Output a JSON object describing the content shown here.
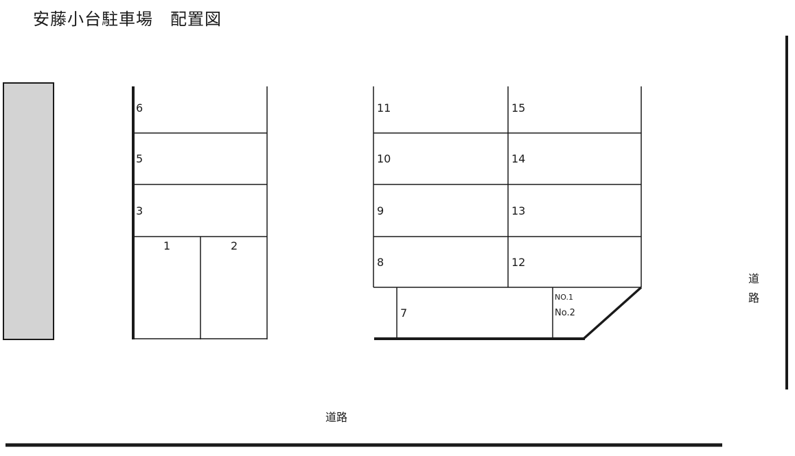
{
  "title": "安藤小台駐車場　配置図",
  "roads": {
    "bottom_label": "道路",
    "right_label_chars": [
      "道",
      "路"
    ]
  },
  "spaces": {
    "s1": "1",
    "s2": "2",
    "s3": "3",
    "s5": "5",
    "s6": "6",
    "s7": "7",
    "s8": "8",
    "s9": "9",
    "s10": "10",
    "s11": "11",
    "s12": "12",
    "s13": "13",
    "s14": "14",
    "s15": "15",
    "corner_line1": "NO.1",
    "corner_line2": "No.2"
  },
  "colors": {
    "building_fill": "#d3d3d3",
    "line": "#1a1a1a"
  }
}
